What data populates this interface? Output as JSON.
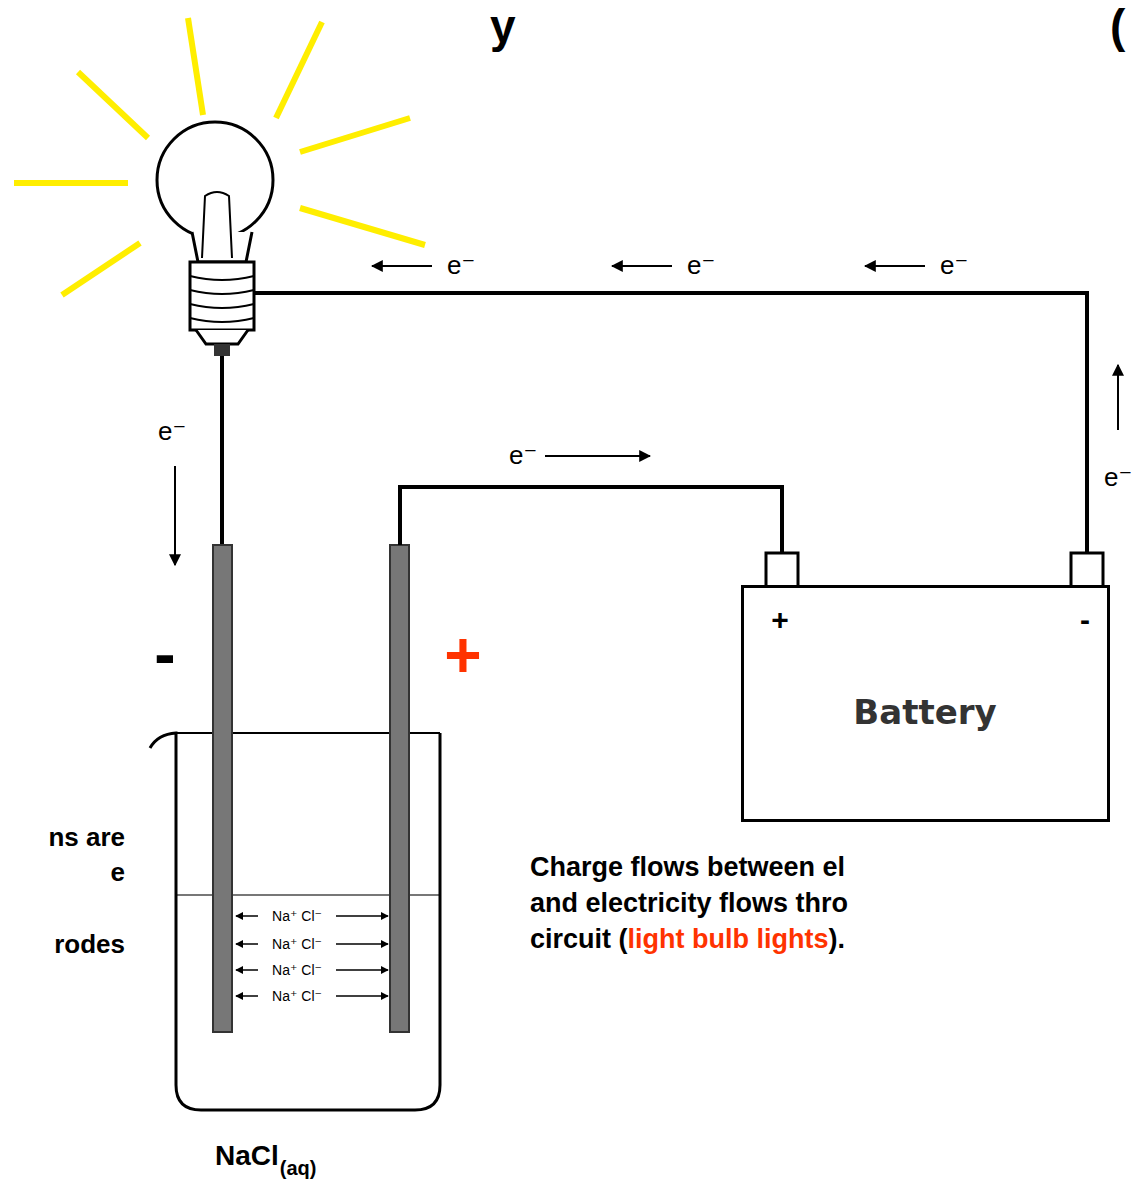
{
  "diagram": {
    "nodes": [
      {
        "text": [
          "Na⁺ Cl⁻",
          "Na⁺ Cl⁻",
          "Na⁺ Cl⁻",
          "Na⁺ Cl⁻",
          "NaCl",
          "(aq)"
        ]
      },
      {
        "text": [
          "+",
          "-",
          "Battery"
        ]
      }
    ],
    "edges": [
      {
        "from": 0,
        "to": 1,
        "arrow": "none",
        "label": "e⁻"
      }
    ],
    "labels": [
      "y",
      "(",
      "e⁻",
      "e⁻",
      "e⁻",
      "e⁻",
      "e⁻",
      "-",
      "+",
      "ns are",
      "e",
      "rodes",
      "Charge flows between el",
      "and electricity flows thro",
      "circuit (",
      "light bulb lights",
      ")."
    ]
  }
}
